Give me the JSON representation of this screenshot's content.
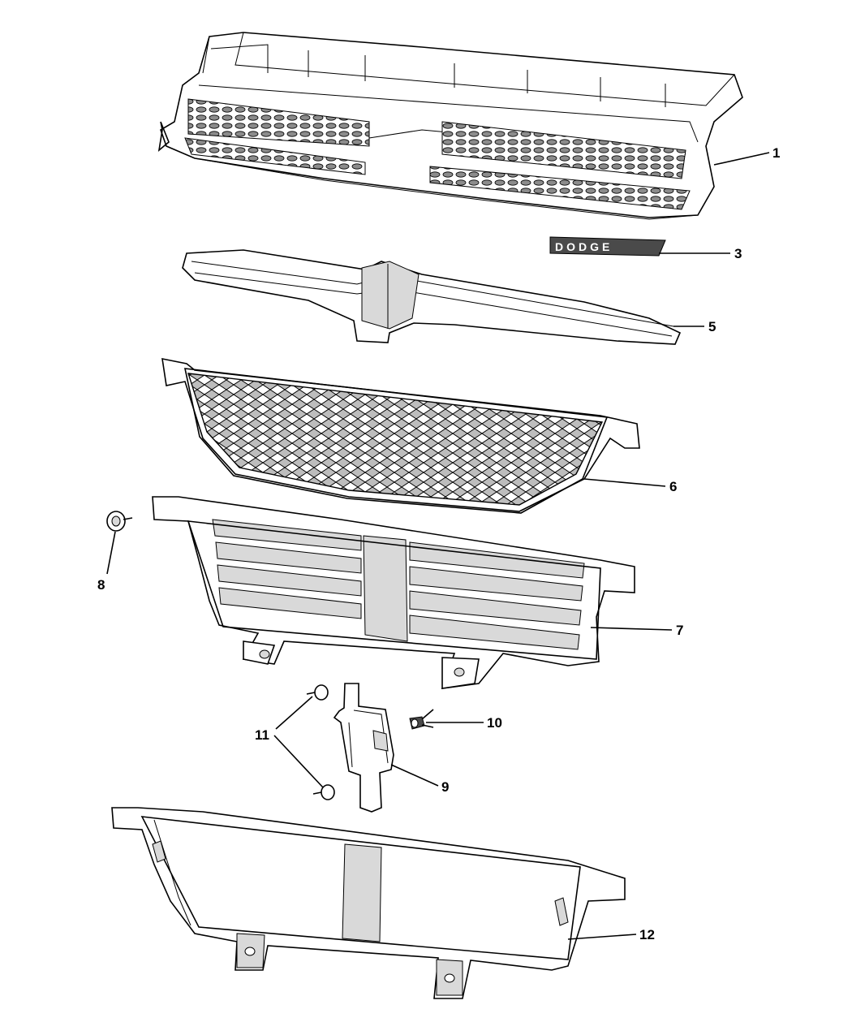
{
  "diagram": {
    "callouts": [
      {
        "id": "c1",
        "label": "1"
      },
      {
        "id": "c3",
        "label": "3"
      },
      {
        "id": "c5",
        "label": "5"
      },
      {
        "id": "c6",
        "label": "6"
      },
      {
        "id": "c8",
        "label": "8"
      },
      {
        "id": "c7",
        "label": "7"
      },
      {
        "id": "c10",
        "label": "10"
      },
      {
        "id": "c11",
        "label": "11"
      },
      {
        "id": "c9",
        "label": "9"
      },
      {
        "id": "c12",
        "label": "12"
      }
    ]
  },
  "colors": {
    "line": "#000000",
    "background": "#ffffff",
    "shade": "#d9d9d9"
  }
}
